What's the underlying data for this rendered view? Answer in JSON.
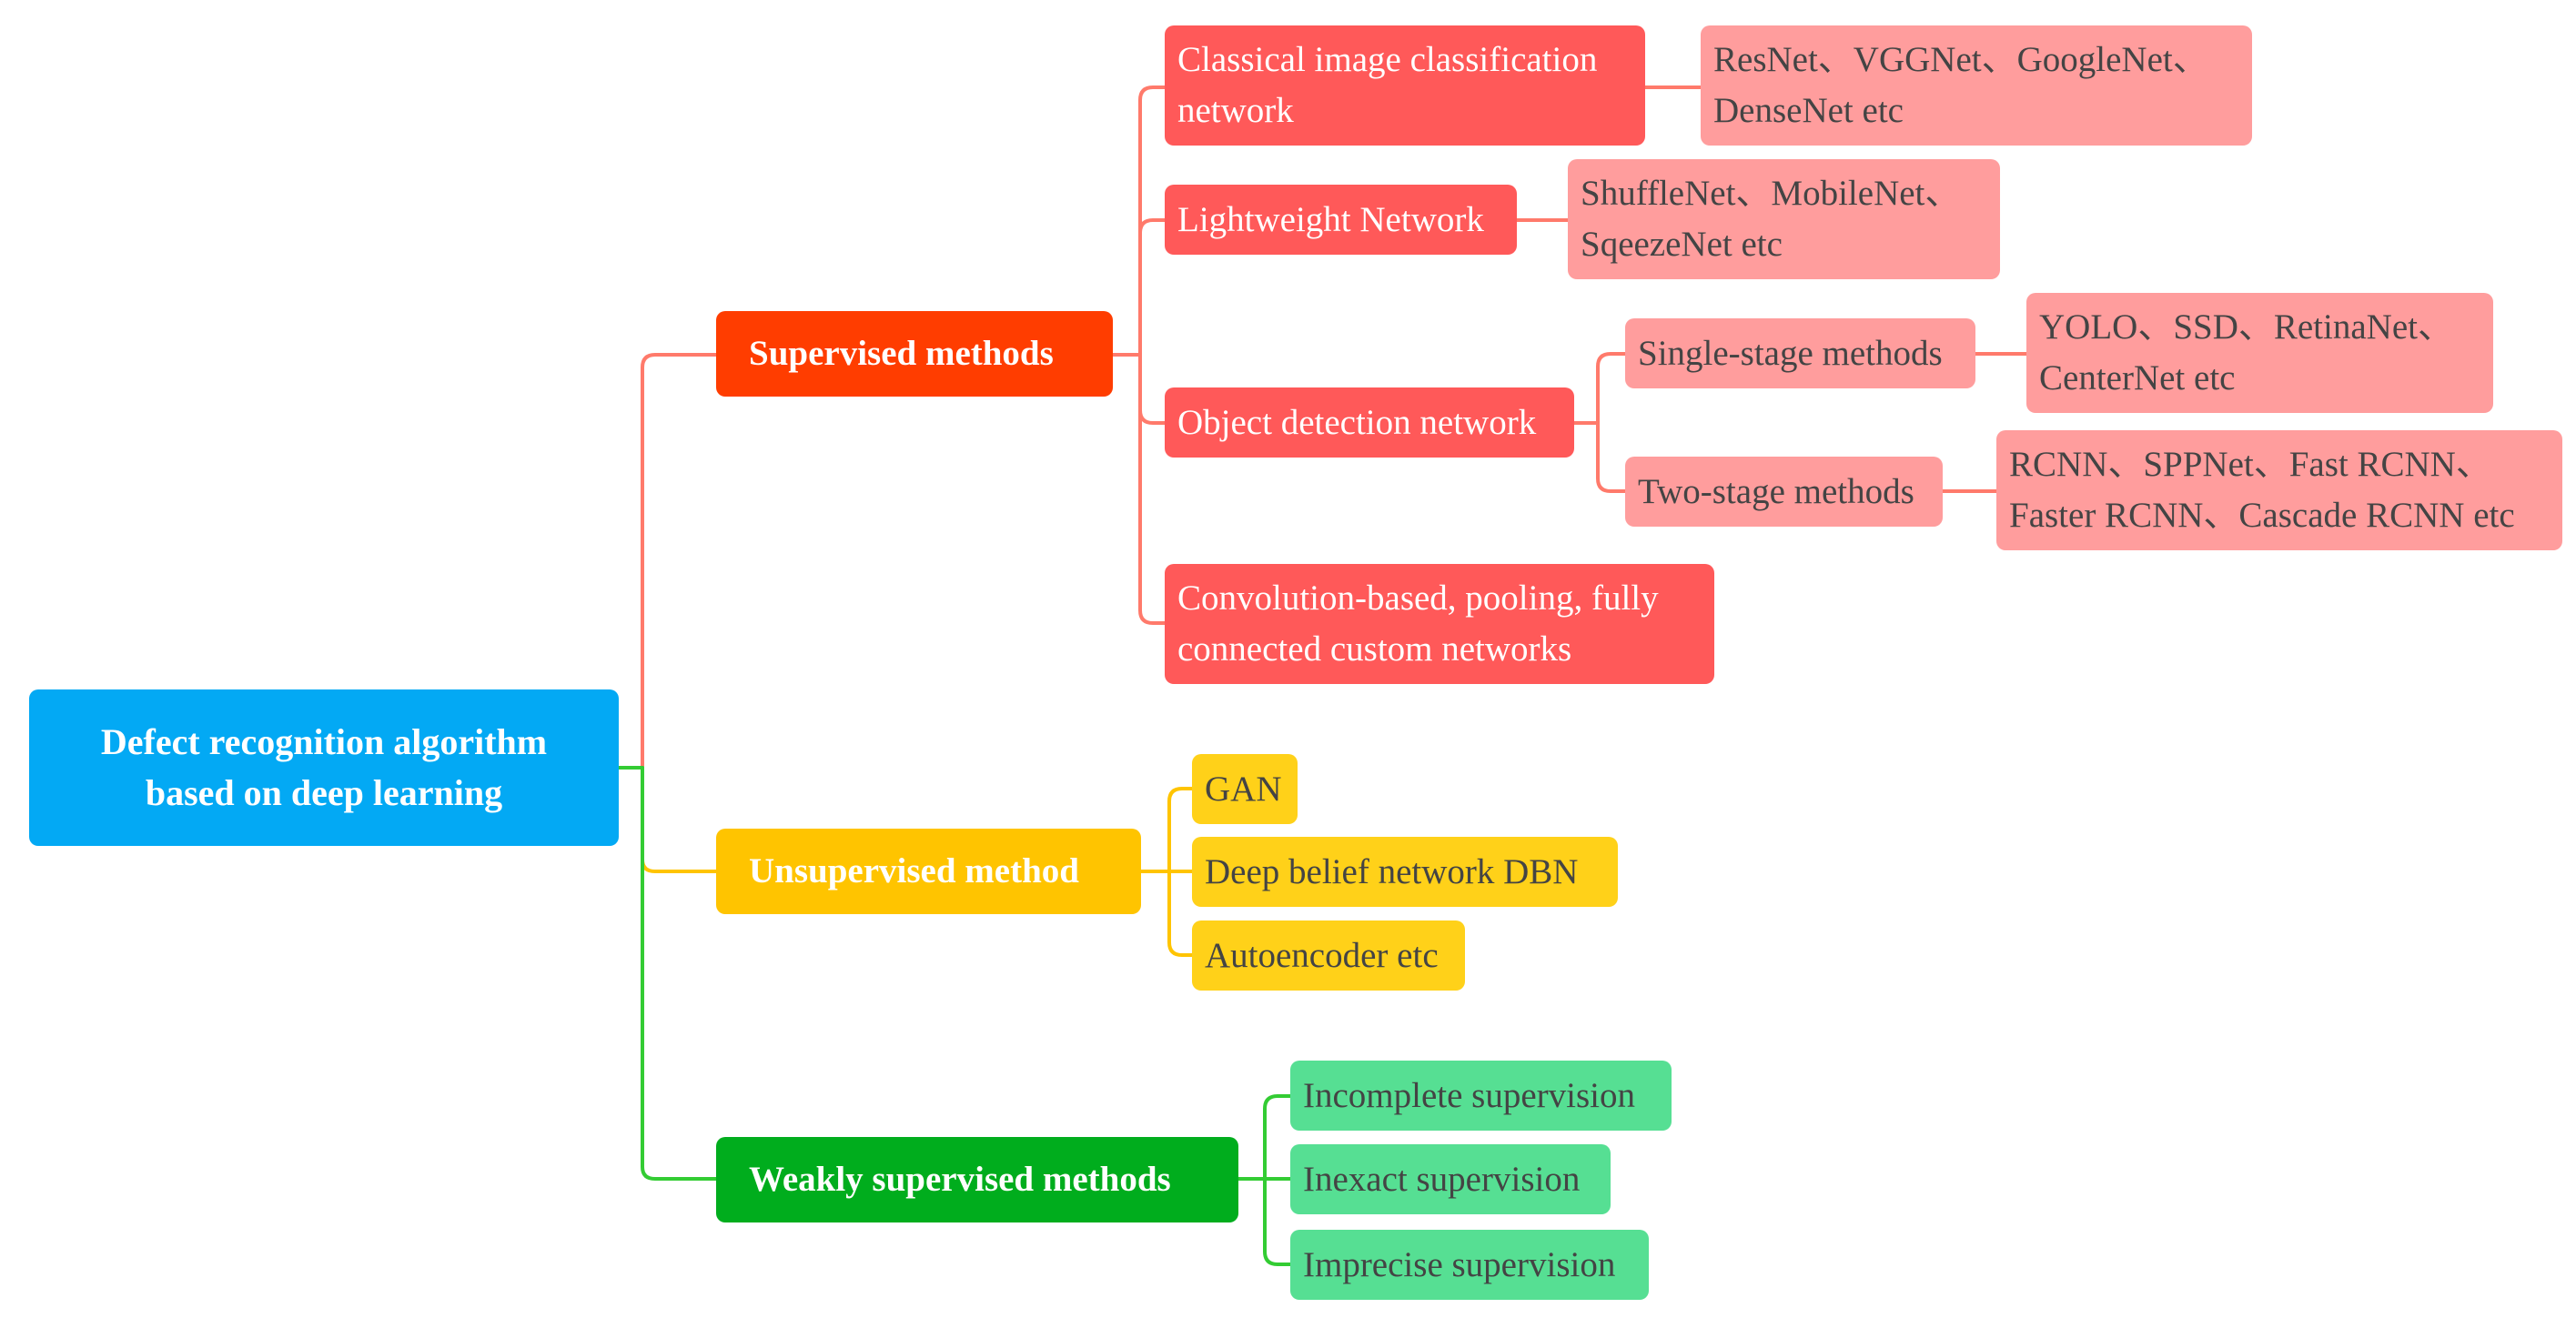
{
  "colors": {
    "root": "#03a9f4",
    "supervised": "#ff3d00",
    "supervised_child": "#ff5959",
    "supervised_leaf": "#ff9d9d",
    "unsupervised": "#ffc400",
    "unsupervised_child": "#ffd119",
    "weakly": "#00ad1d",
    "weakly_child": "#56df93",
    "link_supervised": "#ff7a6b",
    "link_unsupervised": "#ffc400",
    "link_weakly": "#33cc33"
  },
  "root": {
    "label": "Defect recognition algorithm\nbased on deep learning"
  },
  "supervised": {
    "label": "Supervised methods",
    "classical": {
      "label": "Classical image classification\nnetwork",
      "examples": "ResNet、VGGNet、GoogleNet、\nDenseNet etc"
    },
    "lightweight": {
      "label": "Lightweight Network",
      "examples": "ShuffleNet、MobileNet、\nSqeezeNet etc"
    },
    "object_detection": {
      "label": "Object detection network",
      "single": {
        "label": "Single-stage methods",
        "examples": "YOLO、SSD、RetinaNet、\nCenterNet etc"
      },
      "two": {
        "label": "Two-stage methods",
        "examples": "RCNN、SPPNet、Fast RCNN、\nFaster RCNN、Cascade RCNN etc"
      }
    },
    "custom": {
      "label": "Convolution-based, pooling, fully\nconnected custom networks"
    }
  },
  "unsupervised": {
    "label": "Unsupervised method",
    "items": [
      "GAN",
      "Deep belief network DBN",
      "Autoencoder etc"
    ]
  },
  "weakly": {
    "label": "Weakly supervised methods",
    "items": [
      "Incomplete supervision",
      "Inexact supervision",
      "Imprecise supervision"
    ]
  }
}
